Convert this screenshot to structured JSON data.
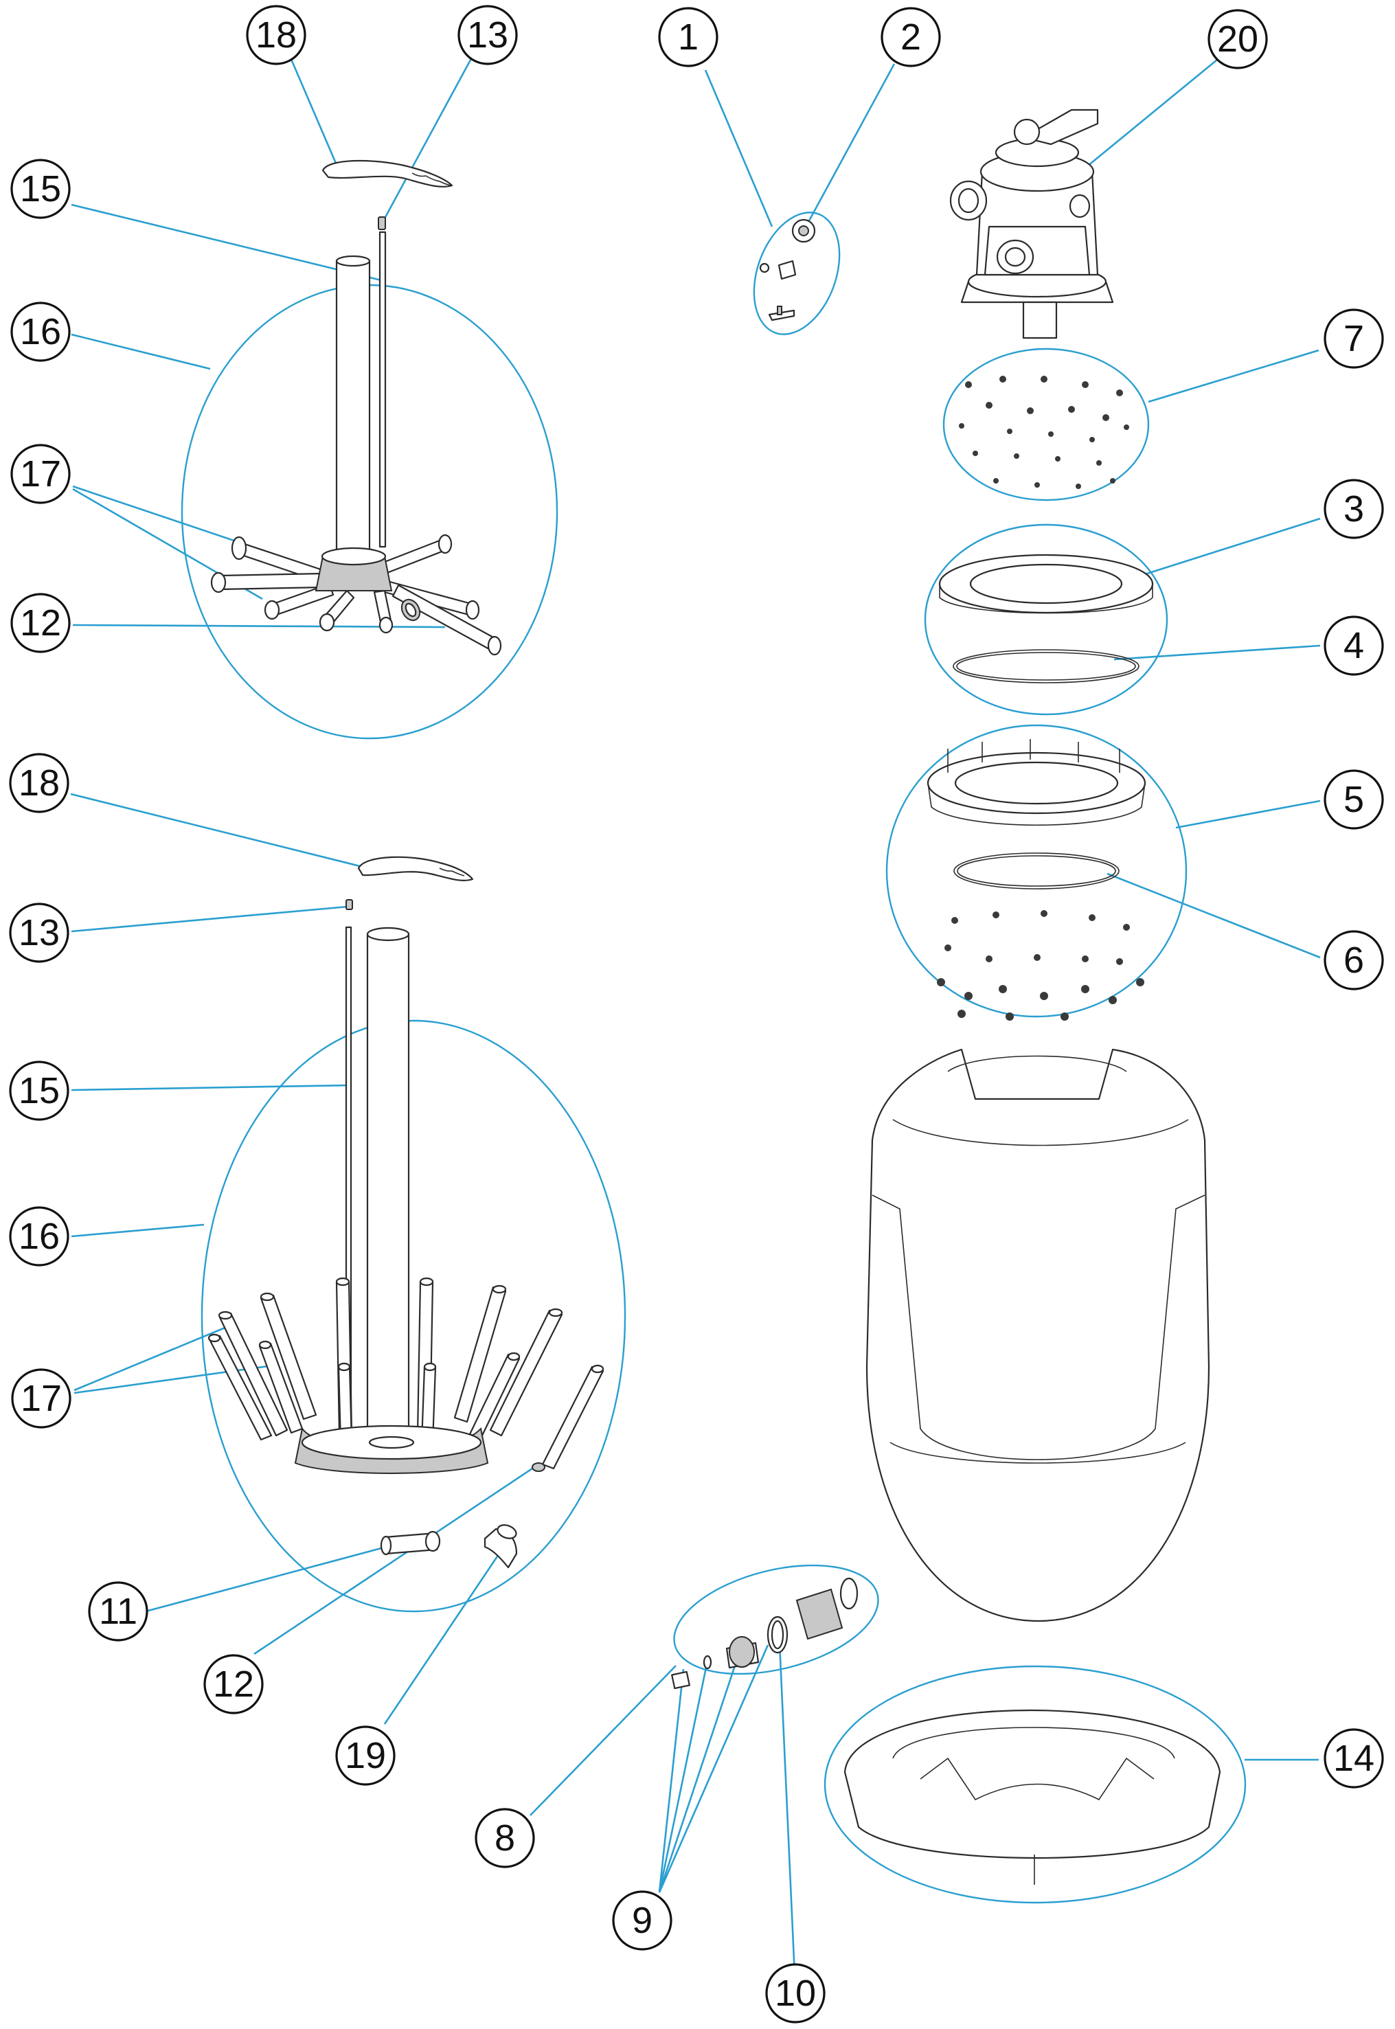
{
  "colors": {
    "leader": "#2a9fd0",
    "outline": "#2b2b2b",
    "label_text": "#111111",
    "background": "#ffffff"
  },
  "callouts": [
    {
      "id": "c18a",
      "text": "18"
    },
    {
      "id": "c13a",
      "text": "13"
    },
    {
      "id": "c15a",
      "text": "15"
    },
    {
      "id": "c16a",
      "text": "16"
    },
    {
      "id": "c17a",
      "text": "17"
    },
    {
      "id": "c12a",
      "text": "12"
    },
    {
      "id": "c18b",
      "text": "18"
    },
    {
      "id": "c13b",
      "text": "13"
    },
    {
      "id": "c15b",
      "text": "15"
    },
    {
      "id": "c16b",
      "text": "16"
    },
    {
      "id": "c17b",
      "text": "17"
    },
    {
      "id": "c11",
      "text": "11"
    },
    {
      "id": "c12b",
      "text": "12"
    },
    {
      "id": "c19",
      "text": "19"
    },
    {
      "id": "c1",
      "text": "1"
    },
    {
      "id": "c2",
      "text": "2"
    },
    {
      "id": "c20",
      "text": "20"
    },
    {
      "id": "c7",
      "text": "7"
    },
    {
      "id": "c3",
      "text": "3"
    },
    {
      "id": "c4",
      "text": "4"
    },
    {
      "id": "c5",
      "text": "5"
    },
    {
      "id": "c6",
      "text": "6"
    },
    {
      "id": "c14",
      "text": "14"
    },
    {
      "id": "c8",
      "text": "8"
    },
    {
      "id": "c9",
      "text": "9"
    },
    {
      "id": "c10",
      "text": "10"
    }
  ]
}
